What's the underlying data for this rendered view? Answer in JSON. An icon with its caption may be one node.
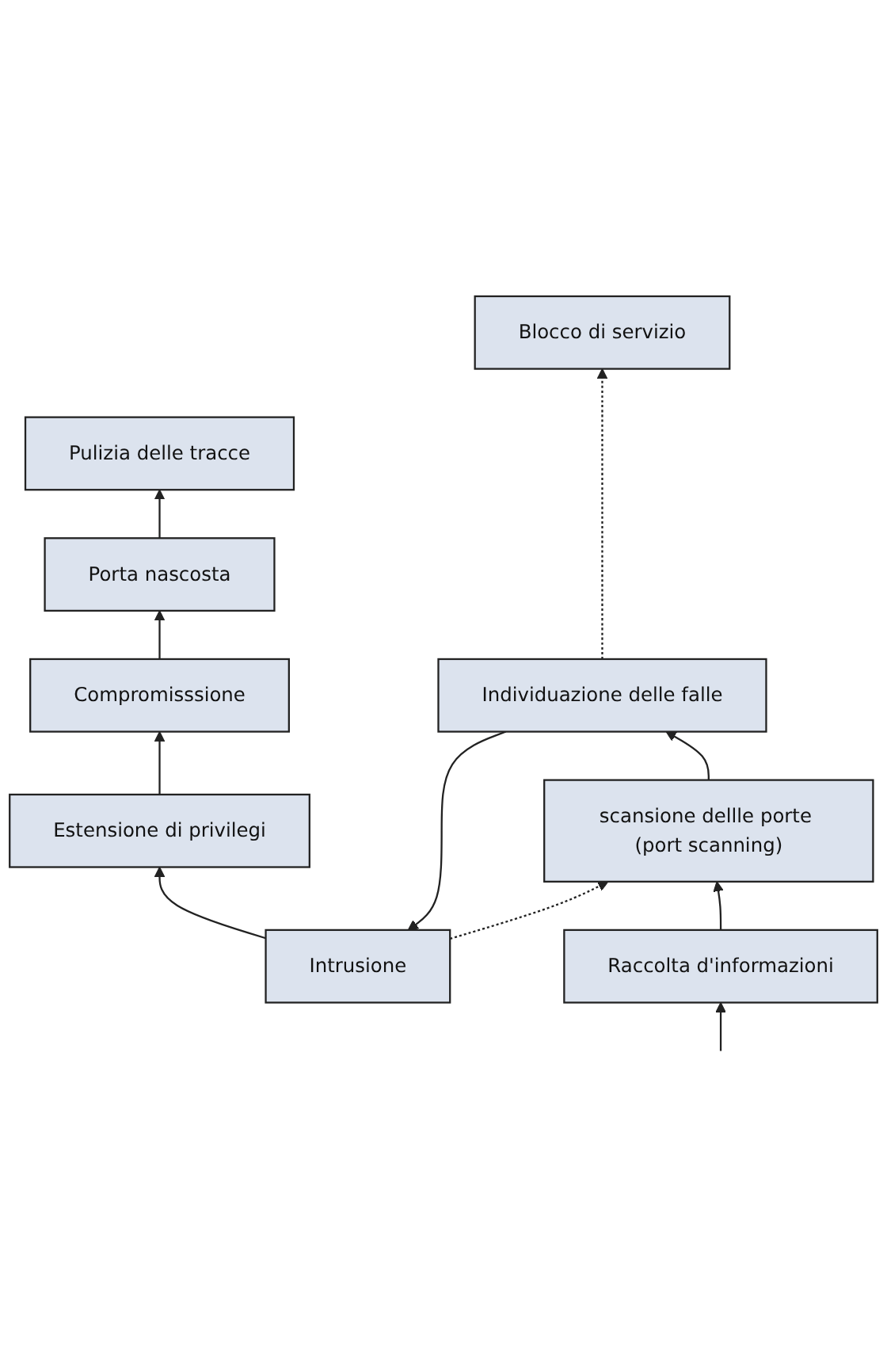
{
  "diagram": {
    "nodes": [
      {
        "text": [
          "Pulizia delle tracce"
        ]
      },
      {
        "text": [
          "Porta nascosta"
        ]
      },
      {
        "text": [
          "Compromisssione"
        ]
      },
      {
        "text": [
          "Blocco di servizio"
        ]
      },
      {
        "text": [
          "Estensione di privilegi"
        ]
      },
      {
        "text": [
          "Intrusione"
        ]
      },
      {
        "text": [
          "Individuazione delle falle"
        ]
      },
      {
        "text": [
          "scansione dellle porte (port scanning)"
        ]
      },
      {
        "text": [
          "Raccolta d'informazioni"
        ]
      }
    ],
    "edges": [
      {
        "from": null,
        "to": 8,
        "arrow": "to"
      },
      {
        "from": 8,
        "to": 7,
        "arrow": "to"
      },
      {
        "from": 7,
        "to": 6,
        "arrow": "to"
      },
      {
        "from": 6,
        "to": 5,
        "arrow": "to"
      },
      {
        "from": 5,
        "to": 4,
        "arrow": "to"
      },
      {
        "from": 4,
        "to": 2,
        "arrow": "to"
      },
      {
        "from": 2,
        "to": 1,
        "arrow": "to"
      },
      {
        "from": 1,
        "to": 0,
        "arrow": "to"
      },
      {
        "from": 6,
        "to": 3,
        "arrow": "to",
        "style": "dashed"
      },
      {
        "from": 5,
        "to": 7,
        "arrow": "to",
        "style": "dashed"
      }
    ]
  }
}
